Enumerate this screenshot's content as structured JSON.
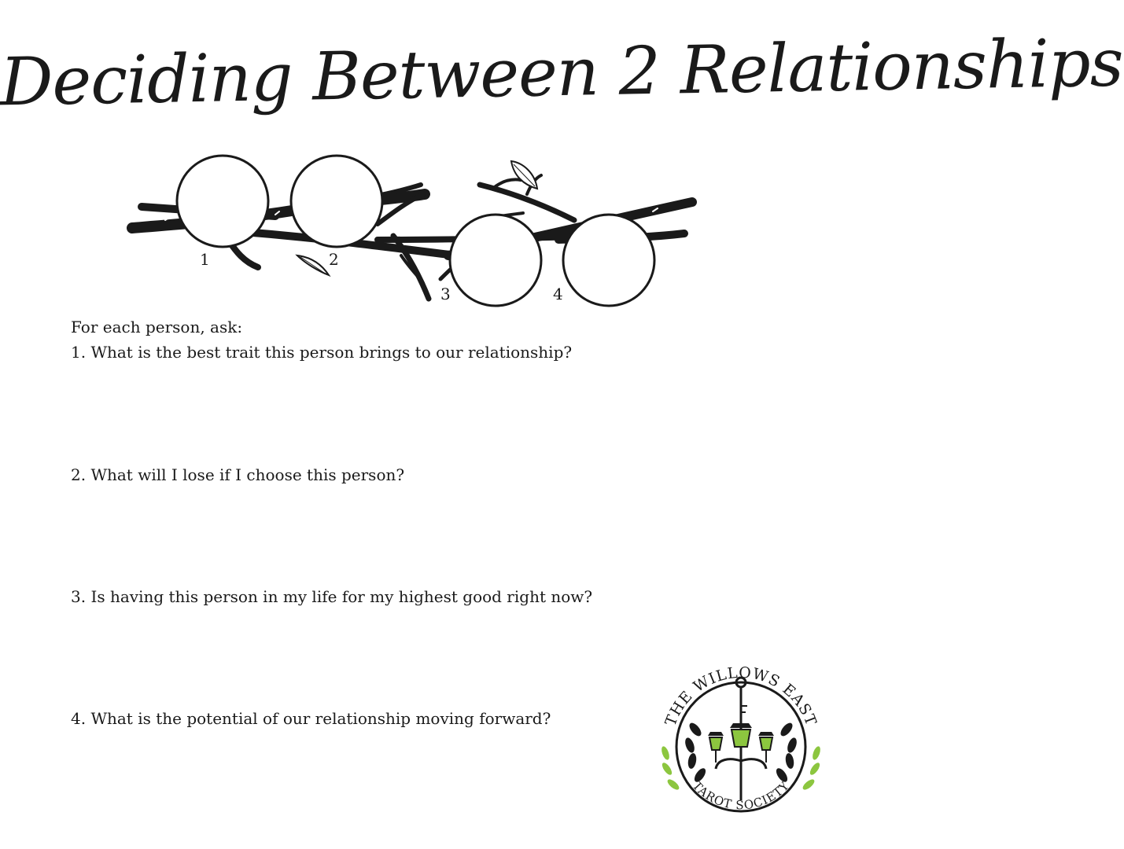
{
  "page": {
    "title": "Deciding Between 2 Relationships"
  },
  "spread": {
    "positions": [
      {
        "number": "1"
      },
      {
        "number": "2"
      },
      {
        "number": "3"
      },
      {
        "number": "4"
      }
    ]
  },
  "questions": {
    "intro": "For each person, ask:",
    "items": [
      "1. What is the best trait this person brings to our relationship?",
      "2. What will I lose if I choose this person?",
      "3. Is having this person in my life for my highest good right now?",
      "4. What is the potential of our relationship moving forward?"
    ]
  },
  "logo": {
    "top_text": "THE WILLOWS EAST",
    "bottom_text": "TAROT SOCIETY",
    "accent_color": "#8cc63f",
    "icon": "lantern-key-icon"
  }
}
